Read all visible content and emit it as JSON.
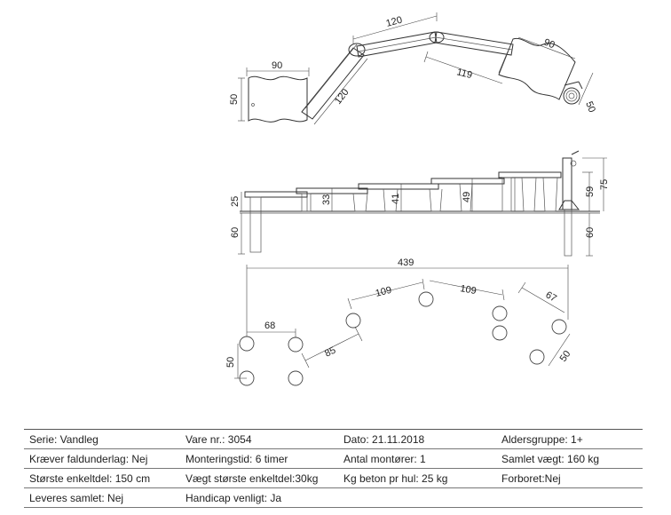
{
  "drawing": {
    "plan_view": {
      "dims": [
        "90",
        "50",
        "120",
        "120",
        "119",
        "90",
        "50"
      ]
    },
    "elevation_view": {
      "dims": [
        "25",
        "60",
        "33",
        "41",
        "49",
        "59",
        "75",
        "60"
      ]
    },
    "foundation_view": {
      "dims": [
        "439",
        "68",
        "50",
        "85",
        "109",
        "109",
        "67",
        "50"
      ]
    }
  },
  "specs": {
    "rows": [
      [
        "Serie: Vandleg",
        "Vare nr.: 3054",
        "Dato: 21.11.2018",
        "Aldersgruppe: 1+"
      ],
      [
        "Kræver faldunderlag: Nej",
        "Monteringstid: 6 timer",
        "Antal montører: 1",
        "Samlet vægt: 160 kg"
      ],
      [
        "Største enkeltdel: 150 cm",
        "Vægt største enkeltdel:30kg",
        "Kg beton pr hul: 25 kg",
        "Forboret:Nej"
      ],
      [
        "Leveres samlet: Nej",
        "Handicap venligt: Ja",
        "",
        ""
      ]
    ]
  }
}
